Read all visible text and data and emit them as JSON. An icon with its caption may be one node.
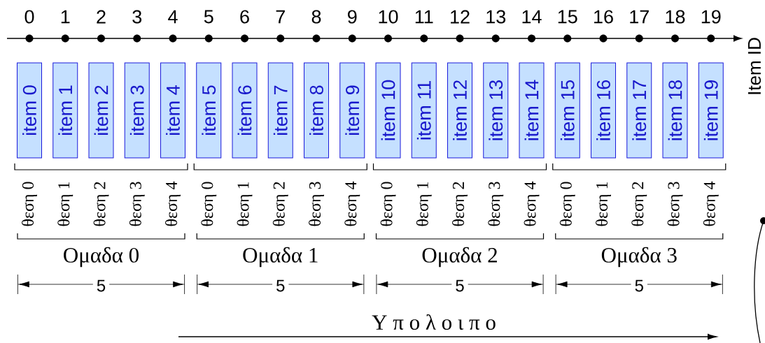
{
  "diagram": {
    "nodes": [
      {
        "text": [
          "item 0"
        ]
      },
      {
        "text": [
          "item 1"
        ]
      },
      {
        "text": [
          "item 2"
        ]
      },
      {
        "text": [
          "item 3"
        ]
      },
      {
        "text": [
          "item 4"
        ]
      },
      {
        "text": [
          "item 5"
        ]
      },
      {
        "text": [
          "item 6"
        ]
      },
      {
        "text": [
          "item 7"
        ]
      },
      {
        "text": [
          "item 8"
        ]
      },
      {
        "text": [
          "item 9"
        ]
      },
      {
        "text": [
          "item 10"
        ]
      },
      {
        "text": [
          "item 11"
        ]
      },
      {
        "text": [
          "item 12"
        ]
      },
      {
        "text": [
          "item 13"
        ]
      },
      {
        "text": [
          "item 14"
        ]
      },
      {
        "text": [
          "item 15"
        ]
      },
      {
        "text": [
          "item 16"
        ]
      },
      {
        "text": [
          "item 17"
        ]
      },
      {
        "text": [
          "item 18"
        ]
      },
      {
        "text": [
          "item 19"
        ]
      }
    ],
    "labels": [
      "0",
      "1",
      "2",
      "3",
      "4",
      "5",
      "6",
      "7",
      "8",
      "9",
      "10",
      "11",
      "12",
      "13",
      "14",
      "15",
      "16",
      "17",
      "18",
      "19",
      "Item ID",
      "θεση 0",
      "θεση 1",
      "θεση 2",
      "θεση 3",
      "θεση 4",
      "θεση 0",
      "θεση 1",
      "θεση 2",
      "θεση 3",
      "θεση 4",
      "θεση 0",
      "θεση 1",
      "θεση 2",
      "θεση 3",
      "θεση 4",
      "θεση 0",
      "θεση 1",
      "θεση 2",
      "θεση 3",
      "θεση 4",
      "Ομαδα 0",
      "Ομαδα 1",
      "Ομαδα 2",
      "Ομαδα 3",
      "5",
      "5",
      "5",
      "5",
      "Υ π ο λ ο ι π ο"
    ]
  }
}
